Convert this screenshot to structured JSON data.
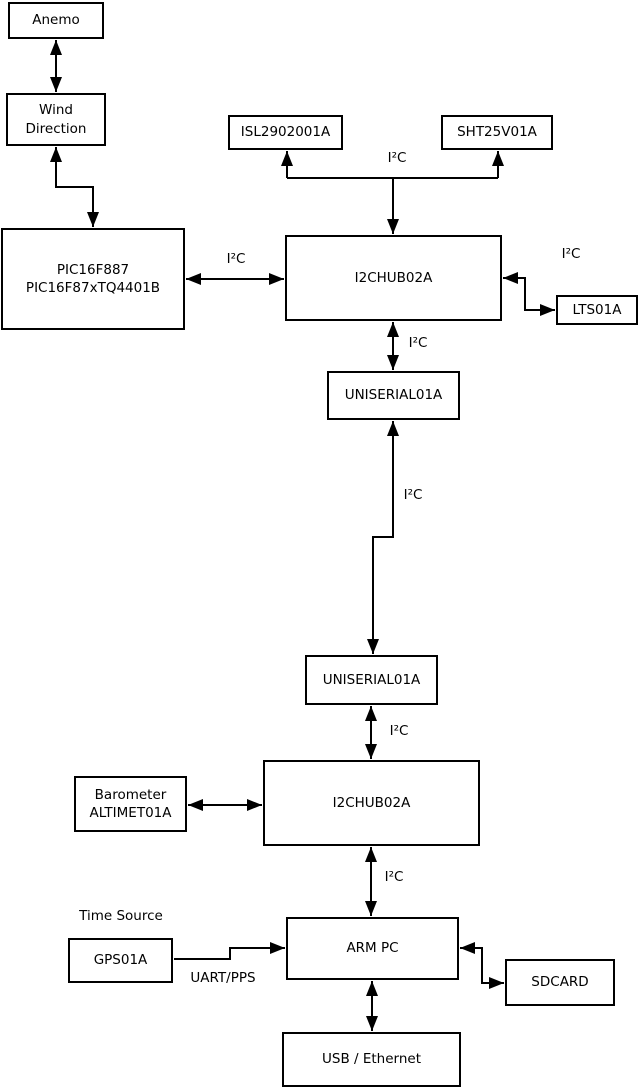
{
  "diagram": {
    "type": "block-diagram",
    "nodes": {
      "anemo": {
        "label": "Anemo"
      },
      "wind_direction": {
        "label": "Wind\nDirection"
      },
      "pic": {
        "label": "PIC16F887\nPIC16F87xTQ4401B"
      },
      "isl": {
        "label": "ISL2902001A"
      },
      "sht": {
        "label": "SHT25V01A"
      },
      "i2chub_top": {
        "label": "I2CHUB02A"
      },
      "lts": {
        "label": "LTS01A"
      },
      "uniserial_top": {
        "label": "UNISERIAL01A"
      },
      "uniserial_bottom": {
        "label": "UNISERIAL01A"
      },
      "i2chub_bottom": {
        "label": "I2CHUB02A"
      },
      "barometer": {
        "label": "Barometer\nALTIMET01A"
      },
      "gps": {
        "label": "GPS01A"
      },
      "arm_pc": {
        "label": "ARM PC"
      },
      "sdcard": {
        "label": "SDCARD"
      },
      "usb_ethernet": {
        "label": "USB / Ethernet"
      }
    },
    "labels": {
      "i2c": "I²C",
      "uart_pps": "UART/PPS",
      "time_source": "Time Source"
    },
    "edges": [
      {
        "from": "anemo",
        "to": "wind_direction",
        "bidirectional": true,
        "label": ""
      },
      {
        "from": "wind_direction",
        "to": "pic",
        "bidirectional": true,
        "label": ""
      },
      {
        "from": "pic",
        "to": "i2chub_top",
        "bidirectional": true,
        "label": "I²C"
      },
      {
        "from": "i2chub_top",
        "to": "isl",
        "bidirectional": false,
        "label": "I²C"
      },
      {
        "from": "i2chub_top",
        "to": "sht",
        "bidirectional": false,
        "label": "I²C"
      },
      {
        "from": "i2chub_top",
        "to": "lts",
        "bidirectional": true,
        "label": "I²C"
      },
      {
        "from": "i2chub_top",
        "to": "uniserial_top",
        "bidirectional": true,
        "label": "I²C"
      },
      {
        "from": "uniserial_top",
        "to": "uniserial_bottom",
        "bidirectional": true,
        "label": "I²C"
      },
      {
        "from": "uniserial_bottom",
        "to": "i2chub_bottom",
        "bidirectional": true,
        "label": "I²C"
      },
      {
        "from": "barometer",
        "to": "i2chub_bottom",
        "bidirectional": true,
        "label": "I²C"
      },
      {
        "from": "i2chub_bottom",
        "to": "arm_pc",
        "bidirectional": true,
        "label": "I²C"
      },
      {
        "from": "gps",
        "to": "arm_pc",
        "bidirectional": false,
        "label": "UART/PPS"
      },
      {
        "from": "arm_pc",
        "to": "sdcard",
        "bidirectional": true,
        "label": ""
      },
      {
        "from": "arm_pc",
        "to": "usb_ethernet",
        "bidirectional": true,
        "label": ""
      }
    ],
    "colors": {
      "stroke": "#000000",
      "background": "#ffffff"
    }
  }
}
